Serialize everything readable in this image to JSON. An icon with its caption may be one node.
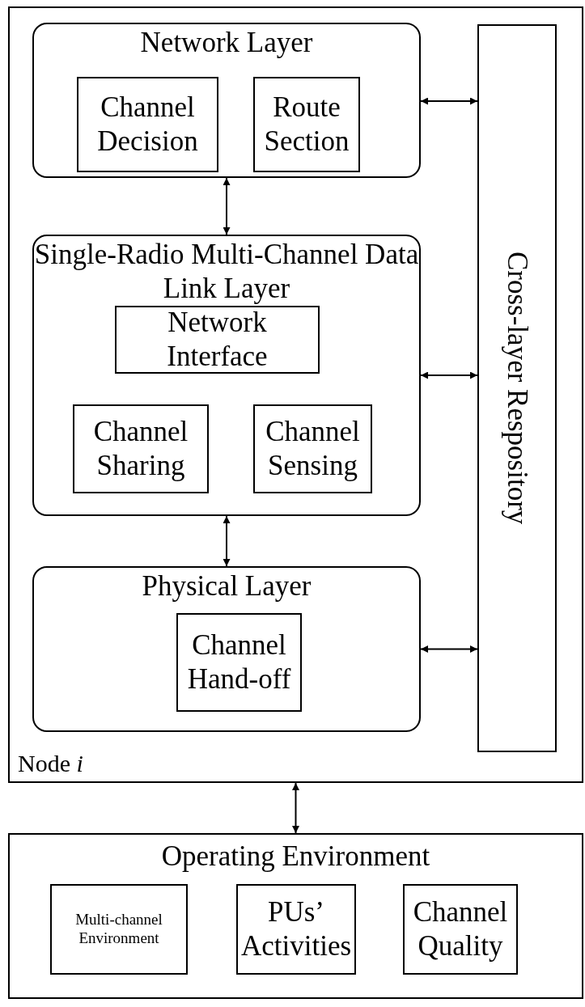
{
  "diagram": {
    "nodes": [
      {
        "text": [
          "Node *i*"
        ]
      },
      {
        "text": [
          "Network Layer"
        ],
        "in": 0
      },
      {
        "text": [
          "Channel Decision"
        ],
        "in": 1
      },
      {
        "text": [
          "Route Section"
        ],
        "in": 1
      },
      {
        "text": [
          "Single-Radio Multi-Channel Data Link Layer"
        ],
        "in": 0
      },
      {
        "text": [
          "Network Interface"
        ],
        "in": 4
      },
      {
        "text": [
          "Channel Sharing"
        ],
        "in": 4
      },
      {
        "text": [
          "Channel Sensing"
        ],
        "in": 4
      },
      {
        "text": [
          "Physical Layer"
        ],
        "in": 0
      },
      {
        "text": [
          "Channel Hand-off"
        ],
        "in": 8
      },
      {
        "text": [
          "Cross-layer Respository"
        ],
        "in": 0
      },
      {
        "text": [
          "Operating Environment"
        ]
      },
      {
        "text": [
          "Multi-channel Environment"
        ],
        "in": 11
      },
      {
        "text": [
          "PUs’ Activities"
        ],
        "in": 11
      },
      {
        "text": [
          "Channel Quality"
        ],
        "in": 11
      }
    ],
    "edges": [
      {
        "from": 1,
        "to": 10,
        "arrow": "both"
      },
      {
        "from": 1,
        "to": 4,
        "arrow": "both"
      },
      {
        "from": 4,
        "to": 10,
        "arrow": "both"
      },
      {
        "from": 4,
        "to": 8,
        "arrow": "both"
      },
      {
        "from": 8,
        "to": 10,
        "arrow": "both"
      },
      {
        "from": 0,
        "to": 11,
        "arrow": "both"
      }
    ]
  }
}
